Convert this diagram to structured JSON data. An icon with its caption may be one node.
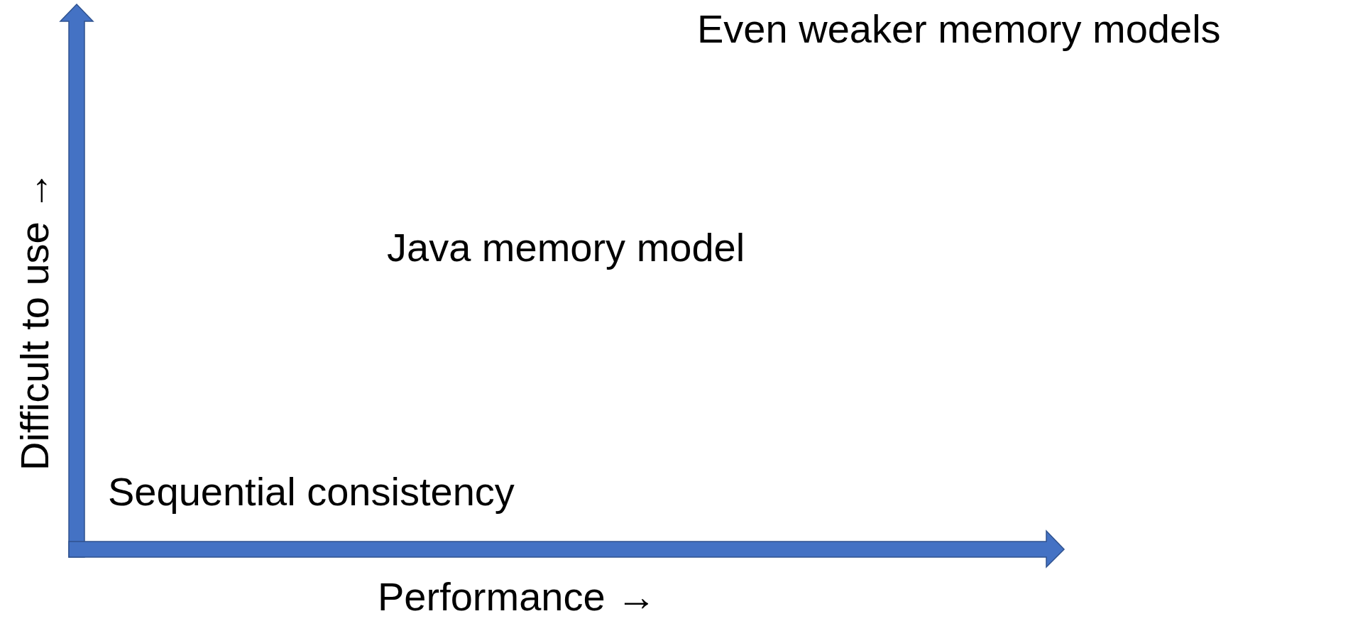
{
  "diagram": {
    "labels": [
      "Even weaker memory models",
      "Difficult to use →",
      "Java memory model",
      "Sequential consistency",
      "Performance →"
    ]
  }
}
